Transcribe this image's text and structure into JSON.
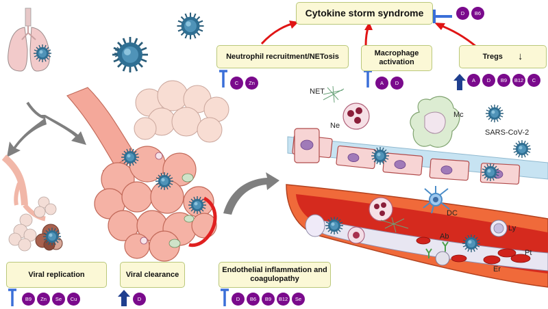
{
  "boxes": {
    "cytokine": "Cytokine storm syndrome",
    "neutrophil": "Neutrophil recruitment/NETosis",
    "macrophage": "Macrophage activation",
    "tregs": "Tregs",
    "tregs_arrow": "↓",
    "viral_replication": "Viral replication",
    "viral_clearance": "Viral clearance",
    "endothelial": "Endothelial inflammation and coagulopathy"
  },
  "nutrients": {
    "cytokine": [
      "D",
      "B6"
    ],
    "neutrophil": [
      "C",
      "Zn"
    ],
    "macrophage": [
      "A",
      "D"
    ],
    "tregs": [
      "A",
      "D",
      "B9",
      "B12",
      "C"
    ],
    "viral_replication": [
      "B9",
      "Zn",
      "Se",
      "Cu"
    ],
    "viral_clearance": [
      "D"
    ],
    "endothelial": [
      "D",
      "B6",
      "B9",
      "B12",
      "Se"
    ]
  },
  "effects": {
    "cytokine": "inhibit",
    "neutrophil": "inhibit",
    "macrophage": "inhibit",
    "tregs": "increase",
    "viral_replication": "inhibit",
    "viral_clearance": "increase",
    "endothelial": "inhibit"
  },
  "labels": {
    "net": "NET",
    "ne": "Ne",
    "mc": "Mc",
    "sars": "SARS-CoV-2",
    "dc": "DC",
    "ly": "Ly",
    "ab": "Ab",
    "pt": "Pt",
    "er": "Er"
  },
  "colors": {
    "nutrient": "#7a0a8c",
    "inhibit": "#3a6fd8",
    "increase": "#1f3f8f",
    "arrow_red": "#e01515",
    "box_fill": "#fbf8d6",
    "box_border": "#b9c77a"
  }
}
